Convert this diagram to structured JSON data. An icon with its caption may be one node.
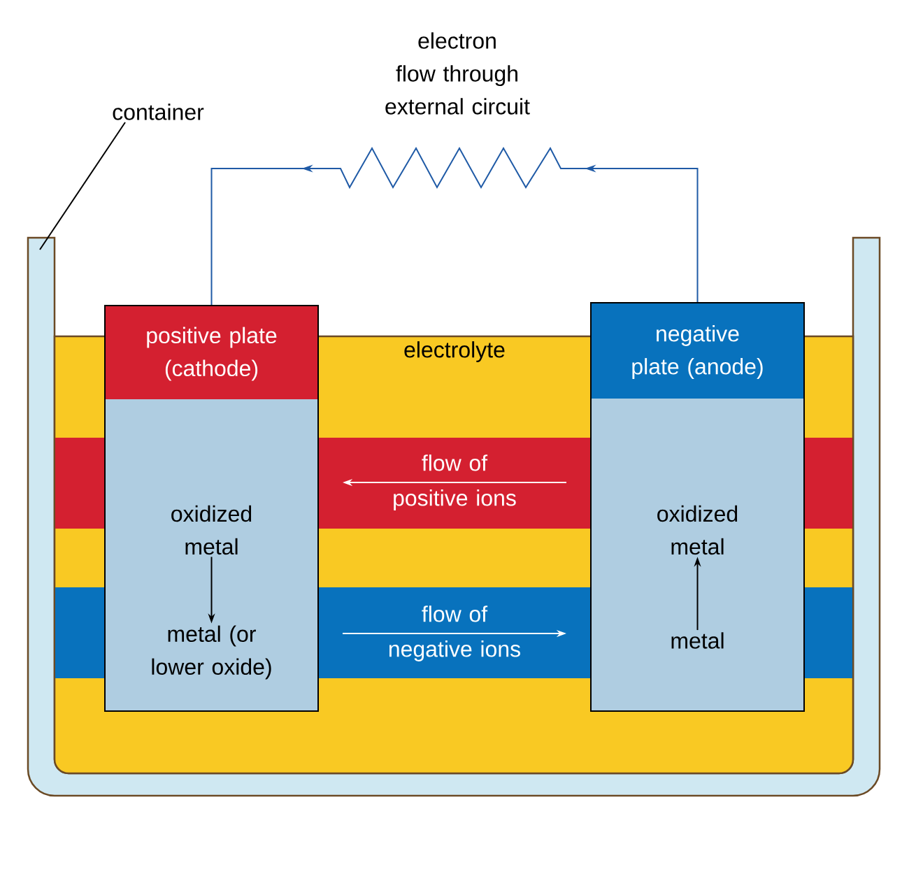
{
  "diagram": {
    "nodes": [
      {
        "text": [
          "container"
        ]
      },
      {
        "text": [
          "positive plate (cathode)"
        ]
      },
      {
        "text": [
          "oxidized metal"
        ],
        "in": 1
      },
      {
        "text": [
          "metal (or lower oxide)"
        ],
        "in": 1
      },
      {
        "text": [
          "negative plate (anode)"
        ]
      },
      {
        "text": [
          "oxidized metal"
        ],
        "in": 4
      },
      {
        "text": [
          "metal"
        ],
        "in": 4
      }
    ],
    "edges": [
      {
        "from": 0,
        "to": null,
        "arrow": "none"
      },
      {
        "from": 4,
        "to": 1,
        "arrow": "to",
        "label": "electron flow through external circuit",
        "color": "#1f5aa6"
      },
      {
        "from": 2,
        "to": 3,
        "arrow": "to"
      },
      {
        "from": 6,
        "to": 5,
        "arrow": "to"
      }
    ],
    "labels": [
      "electrolyte",
      "flow of positive ions",
      "flow of negative ions"
    ]
  }
}
